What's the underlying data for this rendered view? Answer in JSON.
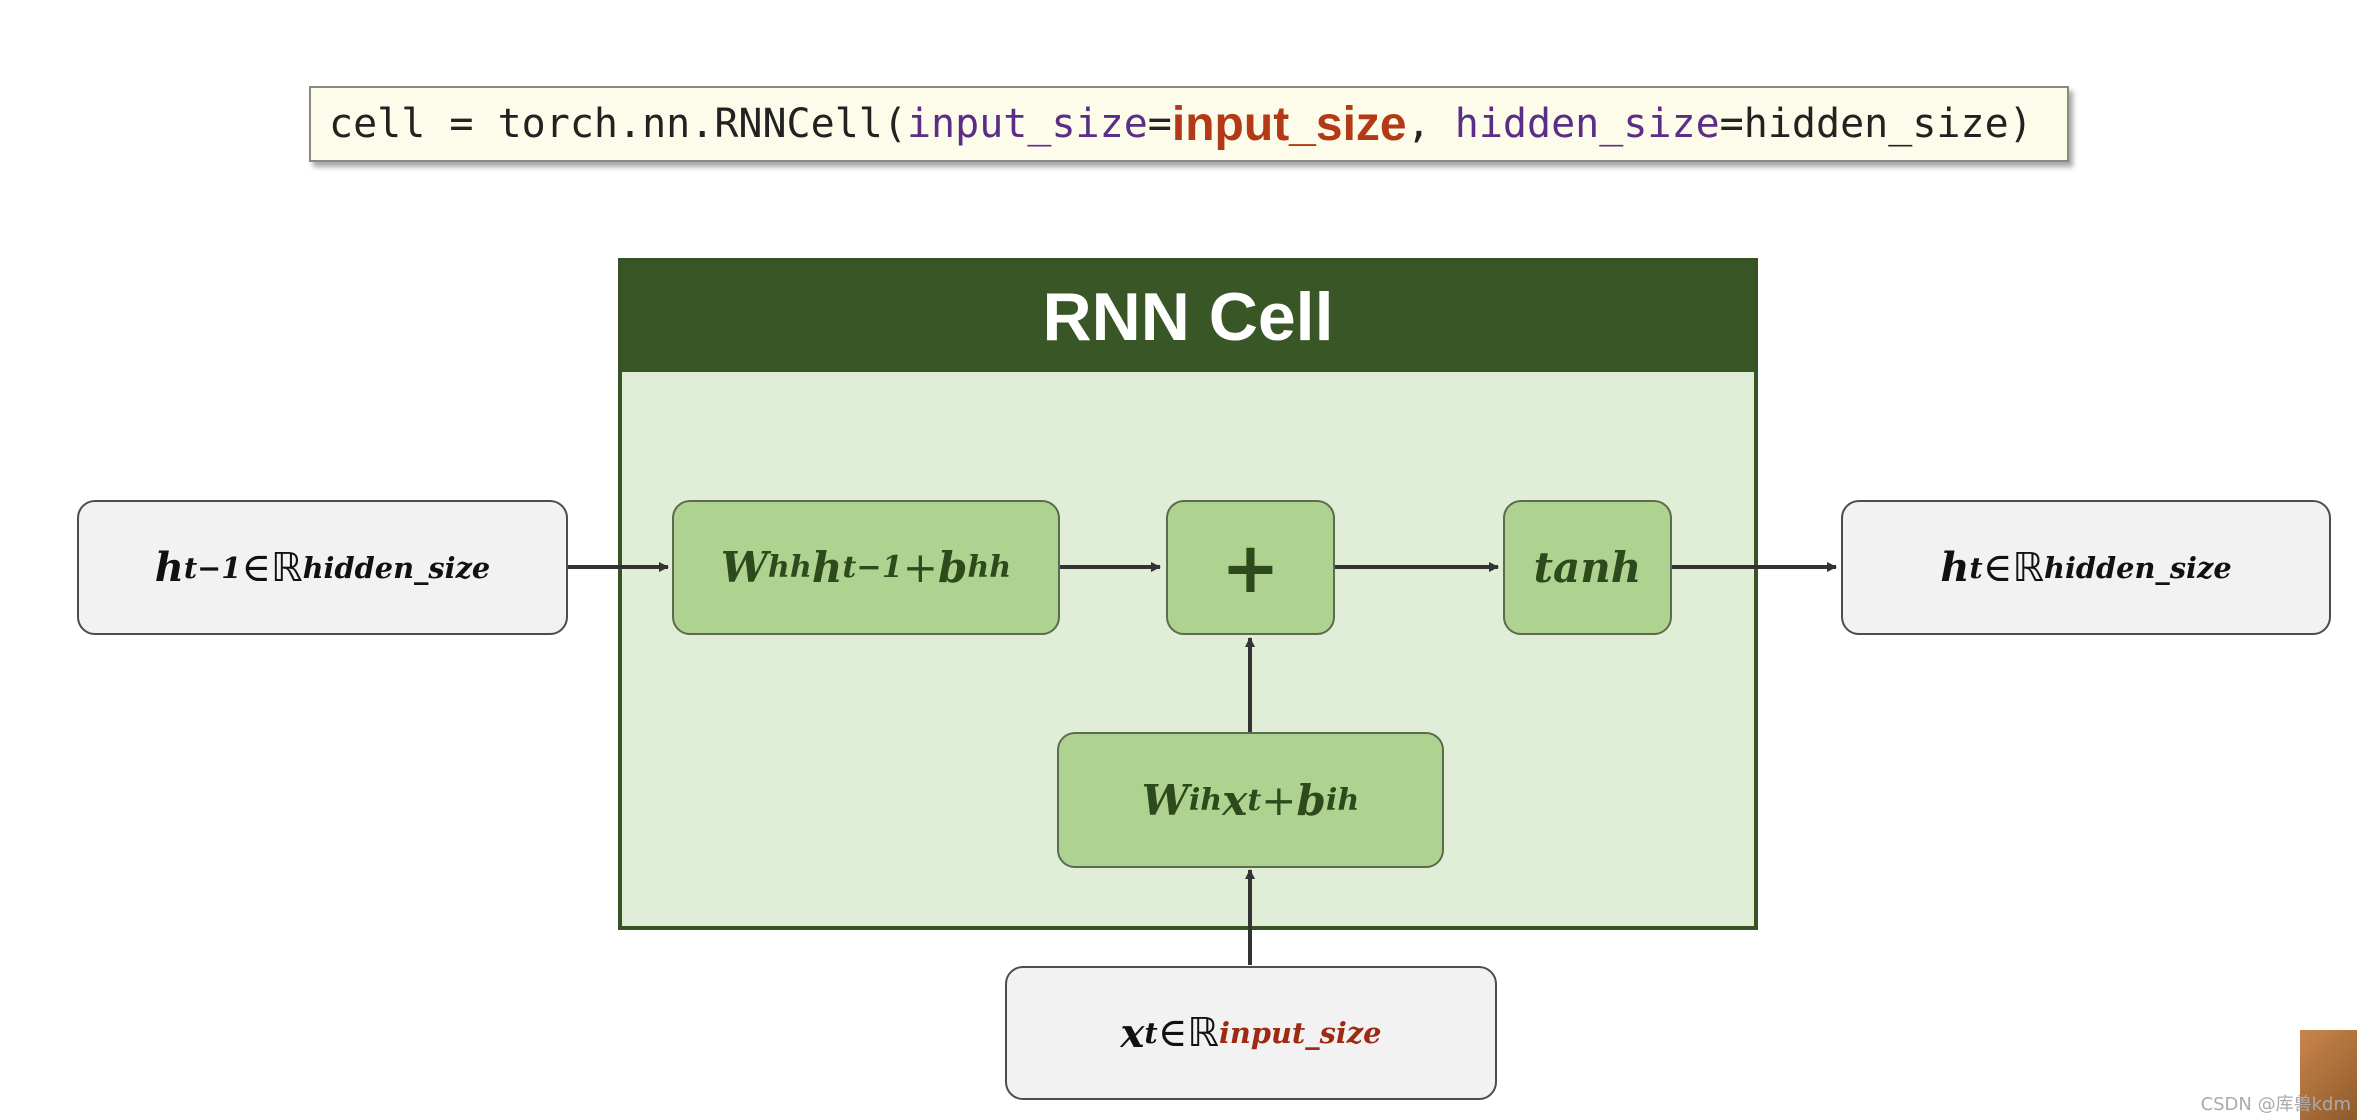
{
  "code": {
    "prefix": "cell = torch.nn.RNNCell(",
    "arg1_name": "input_size",
    "eq1": "=",
    "arg1_value": "input_size",
    "comma": ", ",
    "arg2_name": "hidden_size",
    "eq2": "=",
    "arg2_value": "hidden_size",
    "suffix": ")"
  },
  "cell": {
    "title": "RNN Cell"
  },
  "nodes": {
    "h_prev": {
      "base": "h",
      "sub": "t−1",
      "in": " ∈ ",
      "set": "ℝ",
      "sup": "hidden_size"
    },
    "w_hh": {
      "w": "W",
      "w_sub": "hh",
      "h": "h",
      "h_sub": "t−1",
      "plus": " + ",
      "b": "b",
      "b_sub": "hh"
    },
    "add": {
      "symbol": "+"
    },
    "tanh": {
      "label": "tanh"
    },
    "h_out": {
      "base": "h",
      "sub": "t",
      "in": " ∈ ",
      "set": "ℝ",
      "sup": "hidden_size"
    },
    "w_ih": {
      "w": "W",
      "w_sub": "ih",
      "x": "x",
      "x_sub": "t",
      "plus": " + ",
      "b": "b",
      "b_sub": "ih"
    },
    "x_in": {
      "base": "x",
      "sub": "t",
      "in": " ∈ ",
      "set": "ℝ",
      "sup": "input_size"
    }
  },
  "watermark": "CSDN @库兽kdm",
  "colors": {
    "cell_header": "#395726",
    "cell_fill": "#e0eed7",
    "op_fill": "#aed28f",
    "highlight": "#b33a16",
    "keyword": "#5a2d86"
  }
}
